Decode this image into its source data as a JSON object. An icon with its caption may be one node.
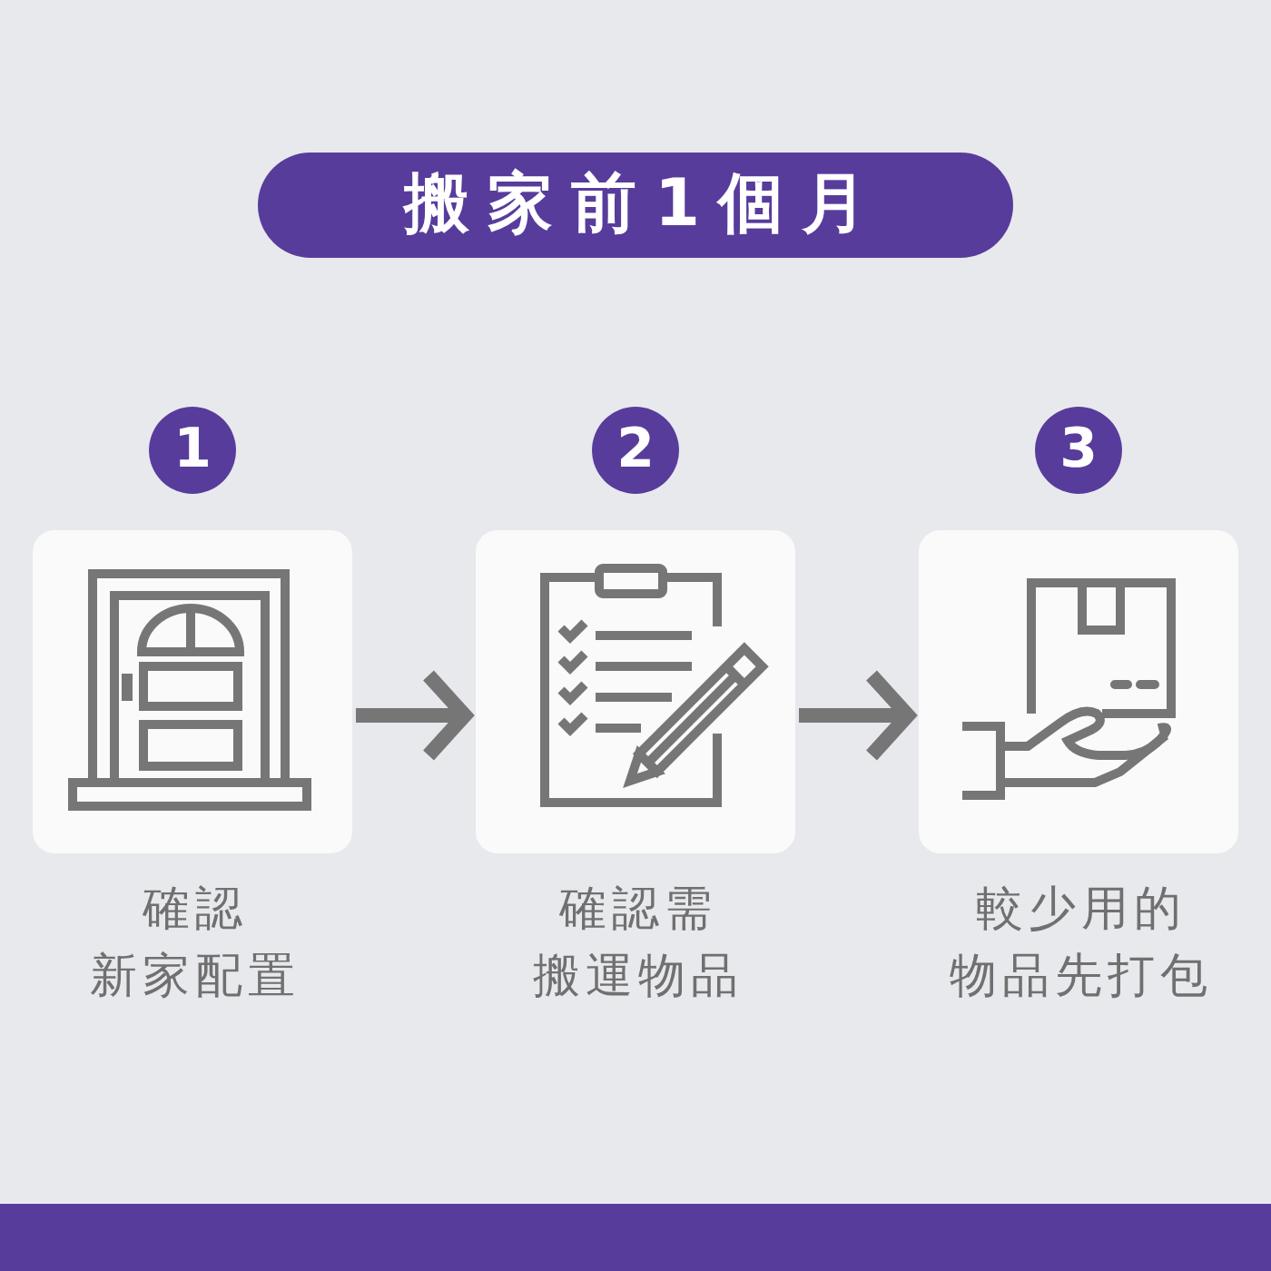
{
  "diagram": {
    "title": "搬家前1個月",
    "nodes": [
      {
        "text": [
          "1"
        ]
      },
      {
        "text": [
          "2"
        ]
      },
      {
        "text": [
          "3"
        ]
      },
      {
        "text": [
          "確認新家配置"
        ]
      },
      {
        "text": [
          "確認需搬運物品"
        ]
      },
      {
        "text": [
          "較少用的物品先打包"
        ]
      }
    ],
    "edges": [
      {
        "from": 3,
        "to": 4,
        "arrow": "to"
      },
      {
        "from": 4,
        "to": 5,
        "arrow": "to"
      }
    ]
  }
}
